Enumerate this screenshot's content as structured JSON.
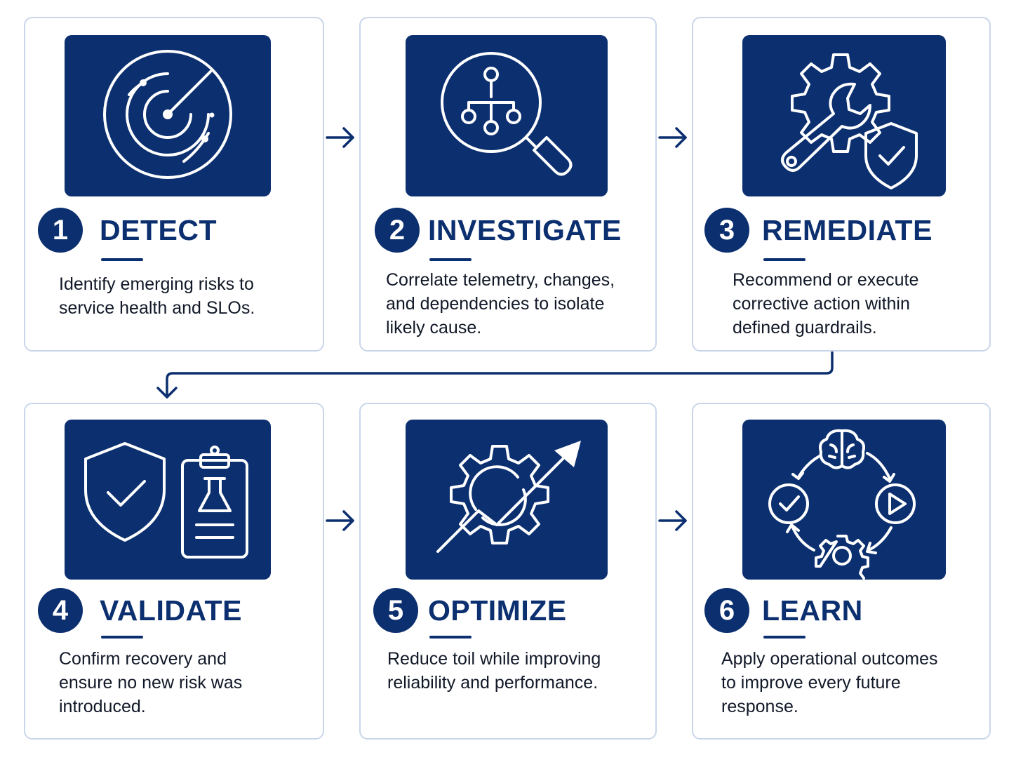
{
  "steps": [
    {
      "number": "1",
      "title": "DETECT",
      "description": [
        "Identify emerging risks to",
        "service health and SLOs."
      ],
      "icon": "radar-icon"
    },
    {
      "number": "2",
      "title": "INVESTIGATE",
      "description": [
        "Correlate telemetry, changes,",
        "and dependencies to isolate",
        "likely cause."
      ],
      "icon": "magnifier-network-icon"
    },
    {
      "number": "3",
      "title": "REMEDIATE",
      "description": [
        "Recommend or execute",
        "corrective action within",
        "defined guardrails."
      ],
      "icon": "gear-wrench-shield-icon"
    },
    {
      "number": "4",
      "title": "VALIDATE",
      "description": [
        "Confirm recovery and",
        "ensure no new risk was",
        "introduced."
      ],
      "icon": "shield-clipboard-icon"
    },
    {
      "number": "5",
      "title": "OPTIMIZE",
      "description": [
        "Reduce toil while improving",
        "reliability and performance."
      ],
      "icon": "gear-trend-up-icon"
    },
    {
      "number": "6",
      "title": "LEARN",
      "description": [
        "Apply operational outcomes",
        "to improve every future",
        "response."
      ],
      "icon": "learning-cycle-icon"
    }
  ],
  "colors": {
    "primary": "#0b2f6f",
    "card_border": "#c9d6ea",
    "text": "#111827"
  }
}
